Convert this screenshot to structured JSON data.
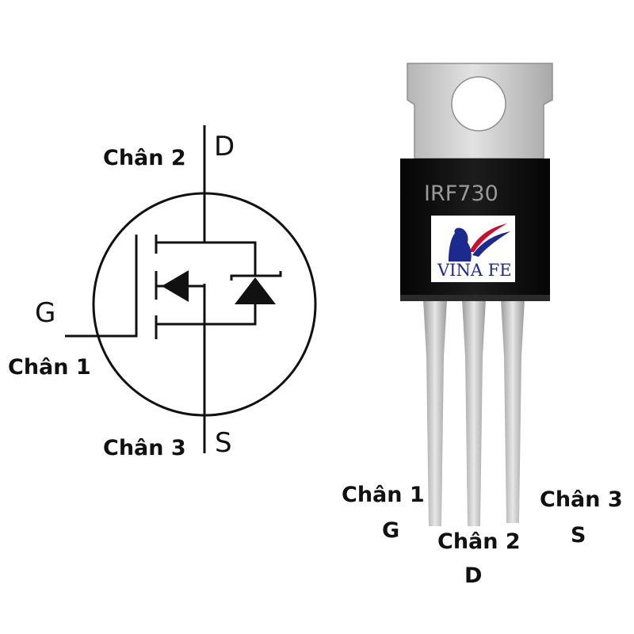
{
  "schematic": {
    "drain_letter": "D",
    "gate_letter": "G",
    "source_letter": "S",
    "pin2_label": "Chân 2",
    "pin1_label": "Chân 1",
    "pin3_label": "Chân 3"
  },
  "package": {
    "part_number": "IRF730",
    "brand": "VINA FE",
    "pins": [
      {
        "label": "Chân 1",
        "letter": "G"
      },
      {
        "label": "Chân 2",
        "letter": "D"
      },
      {
        "label": "Chân 3",
        "letter": "S"
      }
    ]
  },
  "colors": {
    "ink": "#111111",
    "body": "#0d0d0d",
    "tab": "#c9c9c9",
    "lead": "#bdbdbd",
    "brand_red": "#c8102e",
    "brand_blue": "#1b2a8c"
  }
}
